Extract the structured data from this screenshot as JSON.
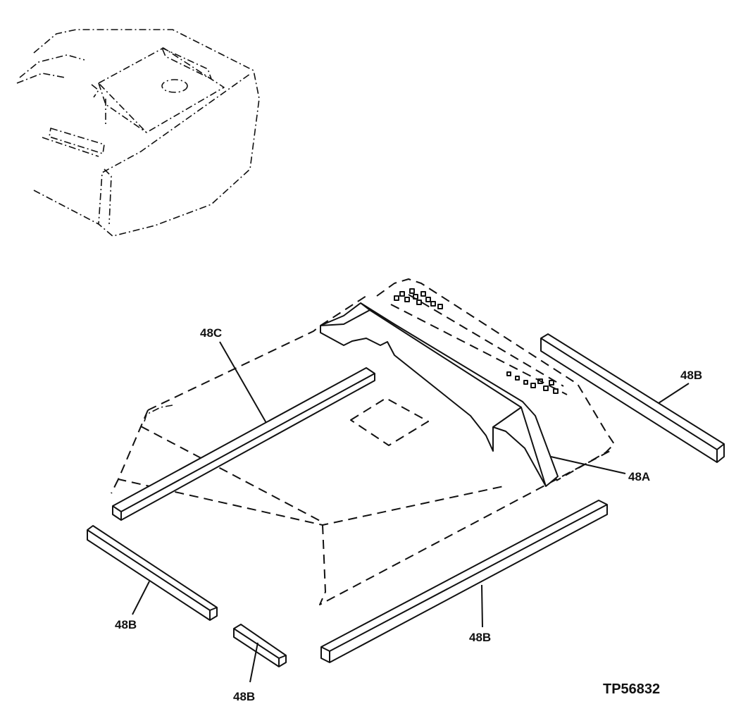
{
  "figure_reference": "TP56832",
  "callouts": {
    "part_48a": "48A",
    "part_48c": "48C",
    "part_48b_right": "48B",
    "part_48b_lower_left": "48B",
    "part_48b_bottom_small": "48B",
    "part_48b_bottom_long": "48B"
  },
  "colors": {
    "line": "#111111",
    "background": "#ffffff"
  }
}
